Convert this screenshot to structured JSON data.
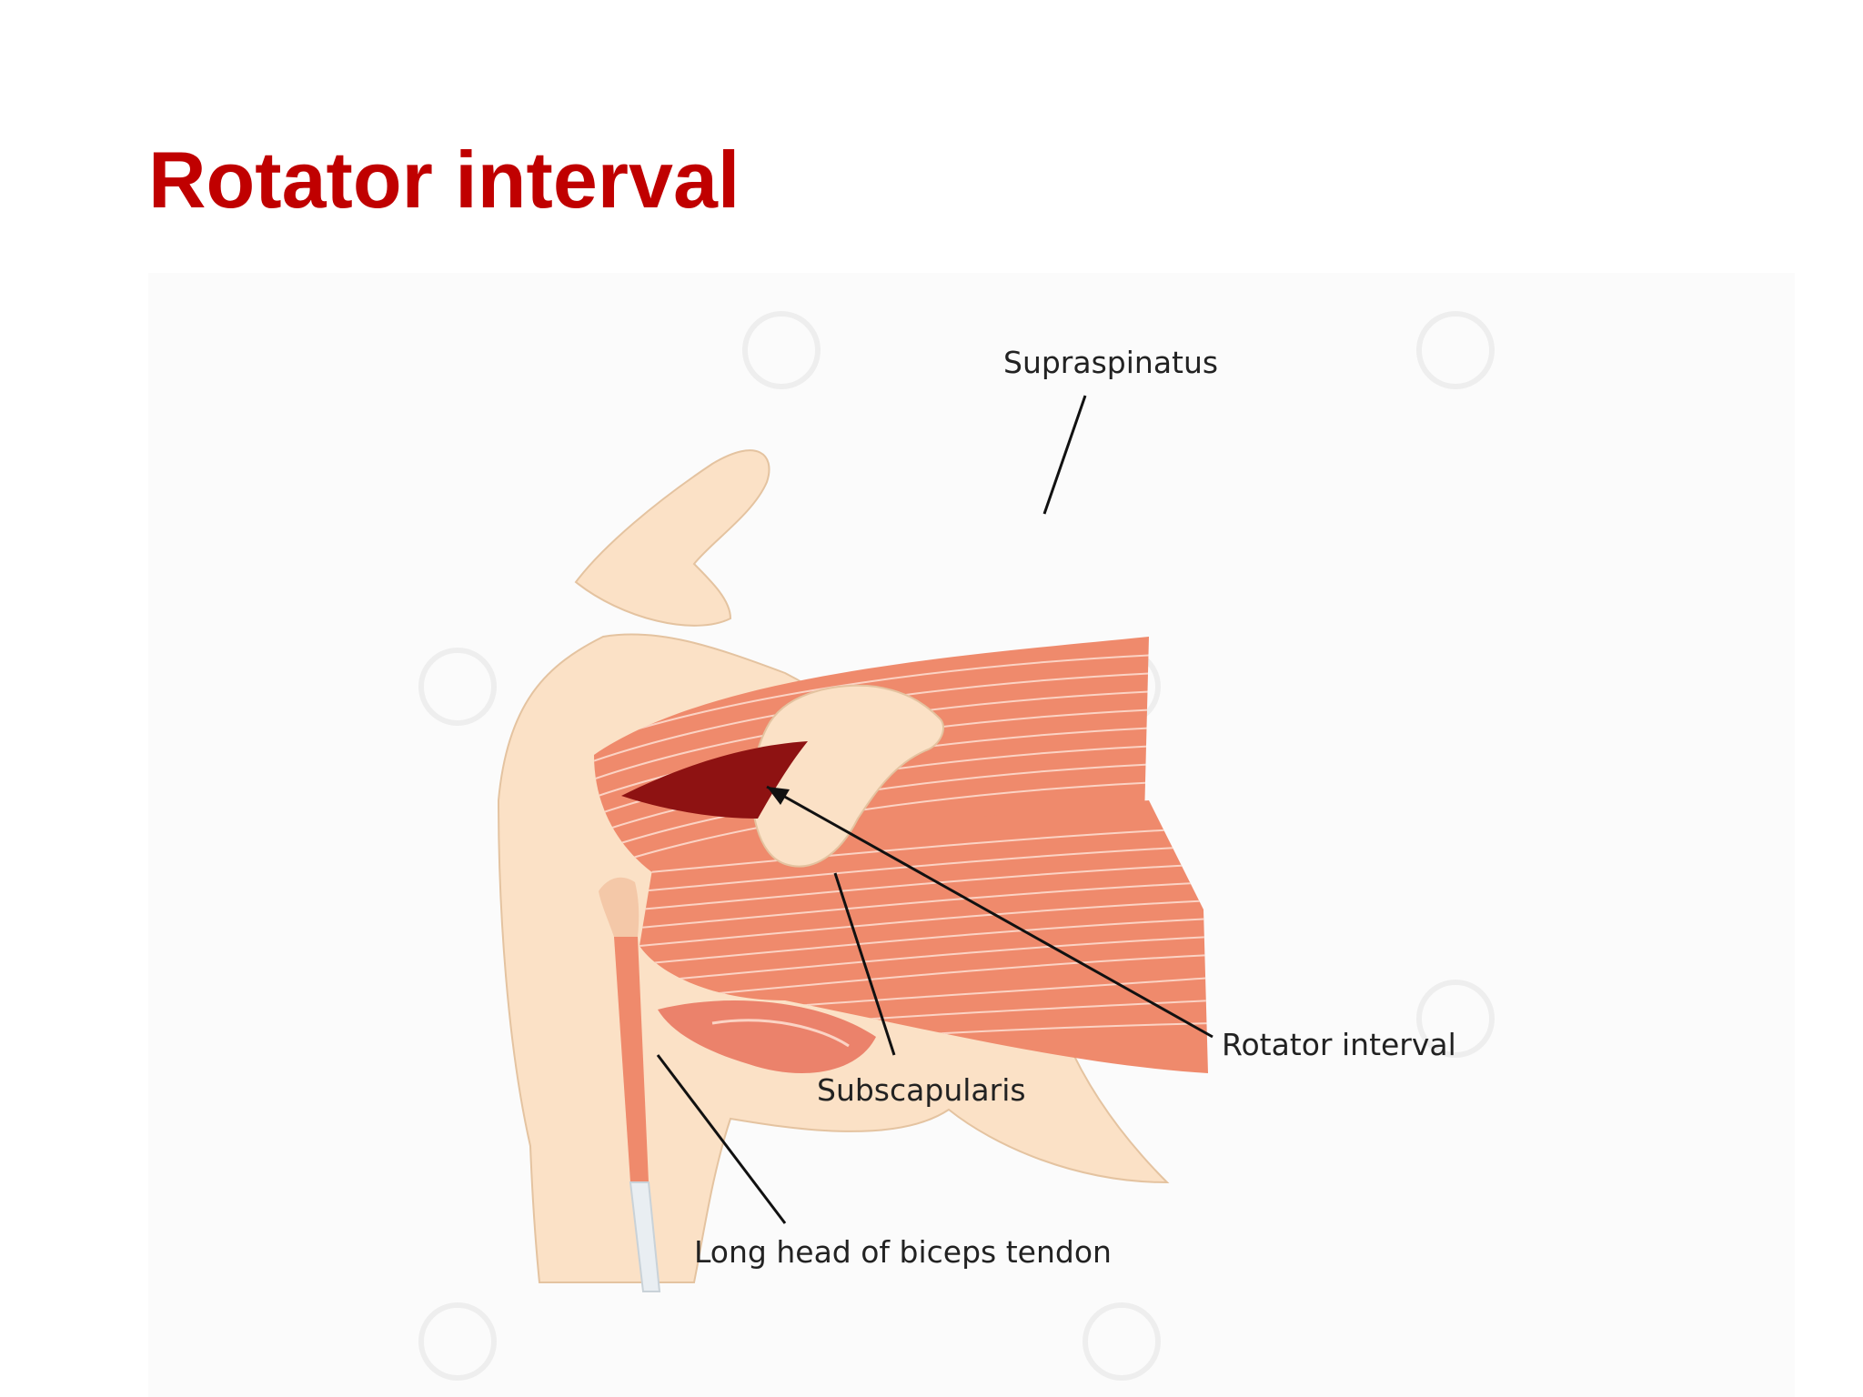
{
  "slide": {
    "title": "Rotator interval"
  },
  "diagram": {
    "labels": {
      "supraspinatus": "Supraspinatus",
      "rotator_interval": "Rotator interval",
      "subscapularis": "Subscapularis",
      "biceps_tendon": "Long head of biceps tendon"
    },
    "colors": {
      "title": "#c00000",
      "bone": "#fbe1c6",
      "muscle": "#ef8a6c",
      "muscle_line": "#fbd3c4",
      "interval": "#8e1212",
      "tendon": "#e9eef2",
      "leader": "#111111"
    }
  }
}
